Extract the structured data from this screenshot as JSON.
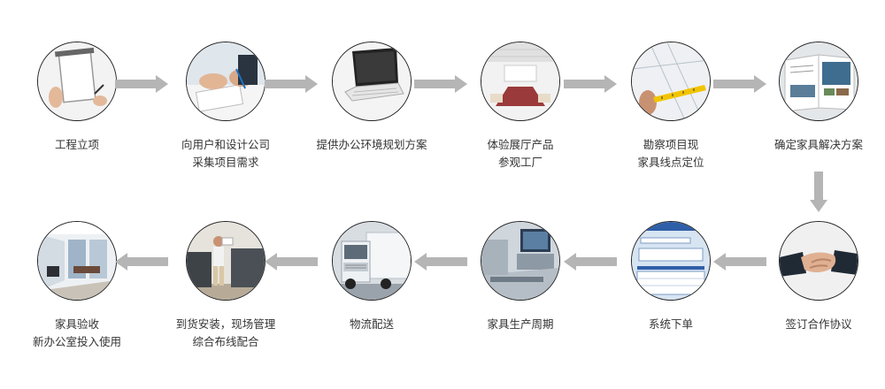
{
  "accent": "#b5b5b5",
  "steps": [
    {
      "lines": [
        "工程立项"
      ],
      "icon": "clipboard-icon"
    },
    {
      "lines": [
        "向用户和设计公司",
        "采集项目需求"
      ],
      "icon": "writing-hands-icon"
    },
    {
      "lines": [
        "提供办公环境规划方案"
      ],
      "icon": "laptop-icon"
    },
    {
      "lines": [
        "体验展厅产品",
        "参观工厂"
      ],
      "icon": "showroom-icon"
    },
    {
      "lines": [
        "勘察项目现",
        "家具线点定位"
      ],
      "icon": "measuring-tape-icon"
    },
    {
      "lines": [
        "确定家具解决方案"
      ],
      "icon": "brochure-icon"
    },
    {
      "lines": [
        "签订合作协议"
      ],
      "icon": "handshake-icon"
    },
    {
      "lines": [
        "系统下单"
      ],
      "icon": "order-form-icon"
    },
    {
      "lines": [
        "家具生产周期"
      ],
      "icon": "factory-machine-icon"
    },
    {
      "lines": [
        "物流配送"
      ],
      "icon": "truck-icon"
    },
    {
      "lines": [
        "到货安装，现场管理",
        "综合布线配合"
      ],
      "icon": "installer-icon"
    },
    {
      "lines": [
        "家具验收",
        "新办公室投入使用"
      ],
      "icon": "office-interior-icon"
    }
  ]
}
